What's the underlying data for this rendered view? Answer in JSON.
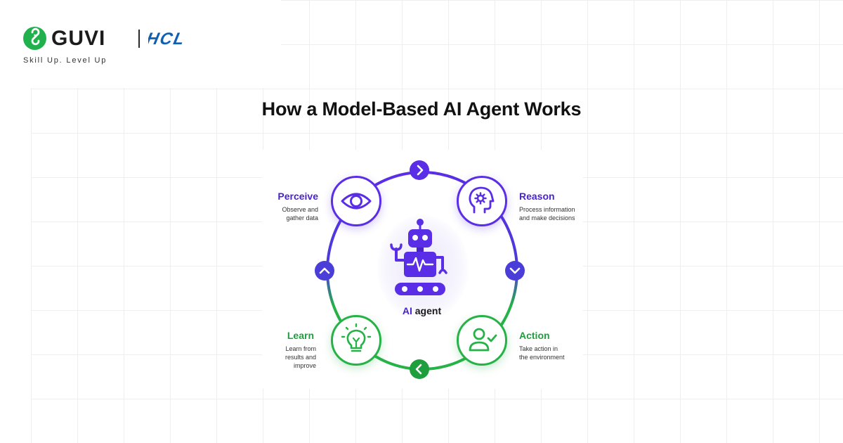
{
  "brand": {
    "name": "GUVI",
    "partner": "HCL",
    "tagline": "Skill Up. Level Up"
  },
  "page": {
    "title": "How a Model-Based AI Agent Works"
  },
  "diagram": {
    "center": {
      "ai": "AI",
      "rest": "agent"
    },
    "steps": [
      {
        "id": "perceive",
        "title": "Perceive",
        "desc_1": "Observe and",
        "desc_2": "gather data",
        "icon": "eye-icon",
        "color": "#5a2ee6"
      },
      {
        "id": "reason",
        "title": "Reason",
        "desc_1": "Process information",
        "desc_2": "and make decisions",
        "icon": "head-gear-icon",
        "color": "#5a2ee6"
      },
      {
        "id": "action",
        "title": "Action",
        "desc_1": "Take action in",
        "desc_2": "the environment",
        "icon": "user-check-icon",
        "color": "#26b247"
      },
      {
        "id": "learn",
        "title": "Learn",
        "desc_1": "Learn from",
        "desc_2": "results and",
        "desc_3": "improve",
        "icon": "lightbulb-icon",
        "color": "#26b247"
      }
    ],
    "arrows": [
      "chevron-right-icon",
      "chevron-down-icon",
      "chevron-left-icon",
      "chevron-up-icon"
    ],
    "colors": {
      "purple": "#5a2ee6",
      "green": "#26b247"
    }
  }
}
